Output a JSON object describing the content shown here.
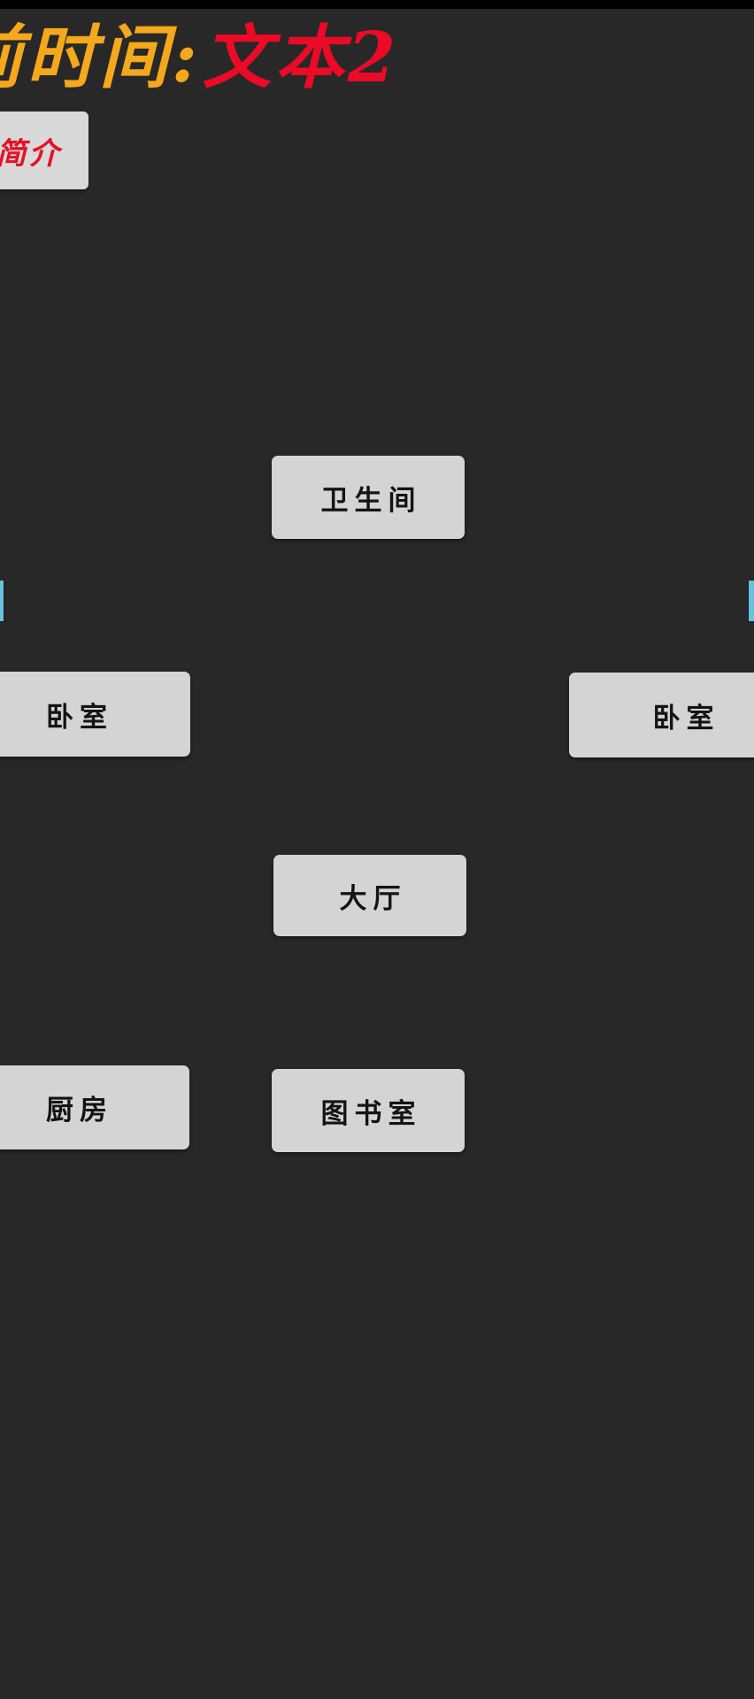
{
  "screen": {
    "background_color": "#282828",
    "status_strip_color": "#000000"
  },
  "header": {
    "time_prefix_visible": "前时间:",
    "time_prefix_color": "#F5A81C",
    "scene_label": "文本2",
    "scene_label_color": "#EC0A26"
  },
  "profile_button": {
    "label": "物简介",
    "text_color": "#E31127",
    "background_color": "#D9D9D9"
  },
  "map": {
    "button_background": "#D4D4D4",
    "button_text_color": "#141414",
    "rooms": [
      {
        "id": "bathroom",
        "label": "卫生间"
      },
      {
        "id": "bedroom-left",
        "label": "卧室"
      },
      {
        "id": "bedroom-right",
        "label": "卧室"
      },
      {
        "id": "hall",
        "label": "大厅"
      },
      {
        "id": "kitchen",
        "label": "厨房"
      },
      {
        "id": "library",
        "label": "图书室"
      }
    ]
  },
  "edge_markers": {
    "color": "#68C2DE",
    "count": 2
  }
}
